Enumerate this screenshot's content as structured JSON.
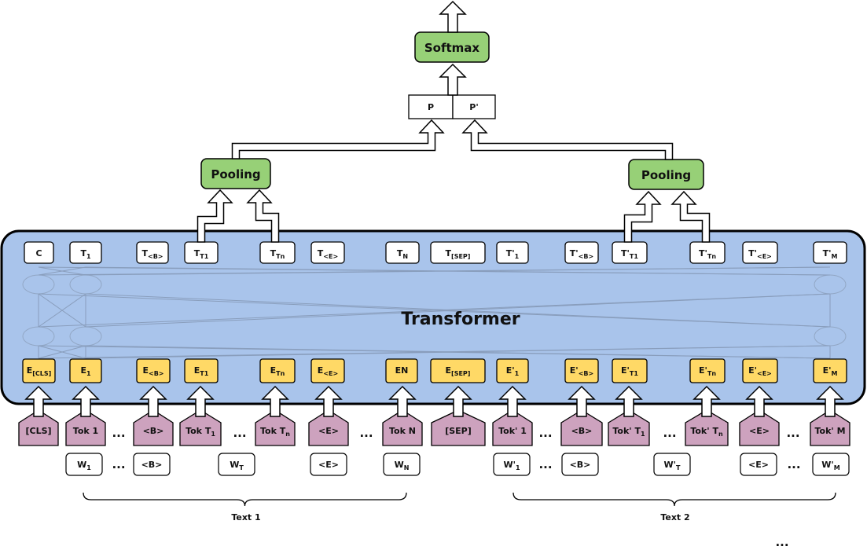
{
  "softmax": "Softmax",
  "prob": [
    "P",
    "P'"
  ],
  "pooling": [
    "Pooling",
    "Pooling"
  ],
  "transformer": "Transformer",
  "outputs": [
    {
      "b": "C",
      "s": ""
    },
    {
      "b": "T",
      "s": "1"
    },
    {
      "b": "T",
      "s": "<B>"
    },
    {
      "b": "T",
      "s": "T1"
    },
    {
      "b": "T",
      "s": "Tn"
    },
    {
      "b": "T",
      "s": "<E>"
    },
    {
      "b": "T",
      "s": "N"
    },
    {
      "b": "T",
      "s": "[SEP]"
    },
    {
      "b": "T'",
      "s": "1"
    },
    {
      "b": "T'",
      "s": "<B>"
    },
    {
      "b": "T'",
      "s": "T1"
    },
    {
      "b": "T'",
      "s": "Tn"
    },
    {
      "b": "T'",
      "s": "<E>"
    },
    {
      "b": "T'",
      "s": "M"
    }
  ],
  "embeddings": [
    {
      "b": "E",
      "s": "[CLS]"
    },
    {
      "b": "E",
      "s": "1"
    },
    {
      "b": "E",
      "s": "<B>"
    },
    {
      "b": "E",
      "s": "T1"
    },
    {
      "b": "E",
      "s": "Tn"
    },
    {
      "b": "E",
      "s": "<E>"
    },
    {
      "b": "EN",
      "s": ""
    },
    {
      "b": "E",
      "s": "[SEP]"
    },
    {
      "b": "E'",
      "s": "1"
    },
    {
      "b": "E'",
      "s": "<B>"
    },
    {
      "b": "E'",
      "s": "T1"
    },
    {
      "b": "E'",
      "s": "Tn"
    },
    {
      "b": "E'",
      "s": "<E>"
    },
    {
      "b": "E'",
      "s": "M"
    }
  ],
  "tokens": [
    {
      "b": "[CLS]",
      "s": ""
    },
    {
      "b": "Tok 1",
      "s": ""
    },
    {
      "b": "<B>",
      "s": ""
    },
    {
      "b": "Tok T",
      "s": "1"
    },
    {
      "b": "Tok T",
      "s": "n"
    },
    {
      "b": "<E>",
      "s": ""
    },
    {
      "b": "Tok N",
      "s": ""
    },
    {
      "b": "[SEP]",
      "s": ""
    },
    {
      "b": "Tok' 1",
      "s": ""
    },
    {
      "b": "<B>",
      "s": ""
    },
    {
      "b": "Tok' T",
      "s": "1"
    },
    {
      "b": "Tok' T",
      "s": "n"
    },
    {
      "b": "<E>",
      "s": ""
    },
    {
      "b": "Tok' M",
      "s": ""
    }
  ],
  "words": [
    {
      "b": "W",
      "s": "1"
    },
    {
      "b": "<B>",
      "s": ""
    },
    {
      "b": "W",
      "s": "T"
    },
    {
      "b": "<E>",
      "s": ""
    },
    {
      "b": "W",
      "s": "N"
    },
    {
      "b": "W'",
      "s": "1"
    },
    {
      "b": "<B>",
      "s": ""
    },
    {
      "b": "W'",
      "s": "T"
    },
    {
      "b": "<E>",
      "s": ""
    },
    {
      "b": "W'",
      "s": "M"
    }
  ],
  "ellipsis": "...",
  "texts": [
    "Text 1",
    "Text 2"
  ],
  "colors": {
    "transformer_fill": "#a9c4eb",
    "output_fill": "#ffffff",
    "embedding_fill": "#ffd966",
    "token_fill": "#cda2be",
    "pooling_fill": "#97d077",
    "border": "#000000"
  }
}
